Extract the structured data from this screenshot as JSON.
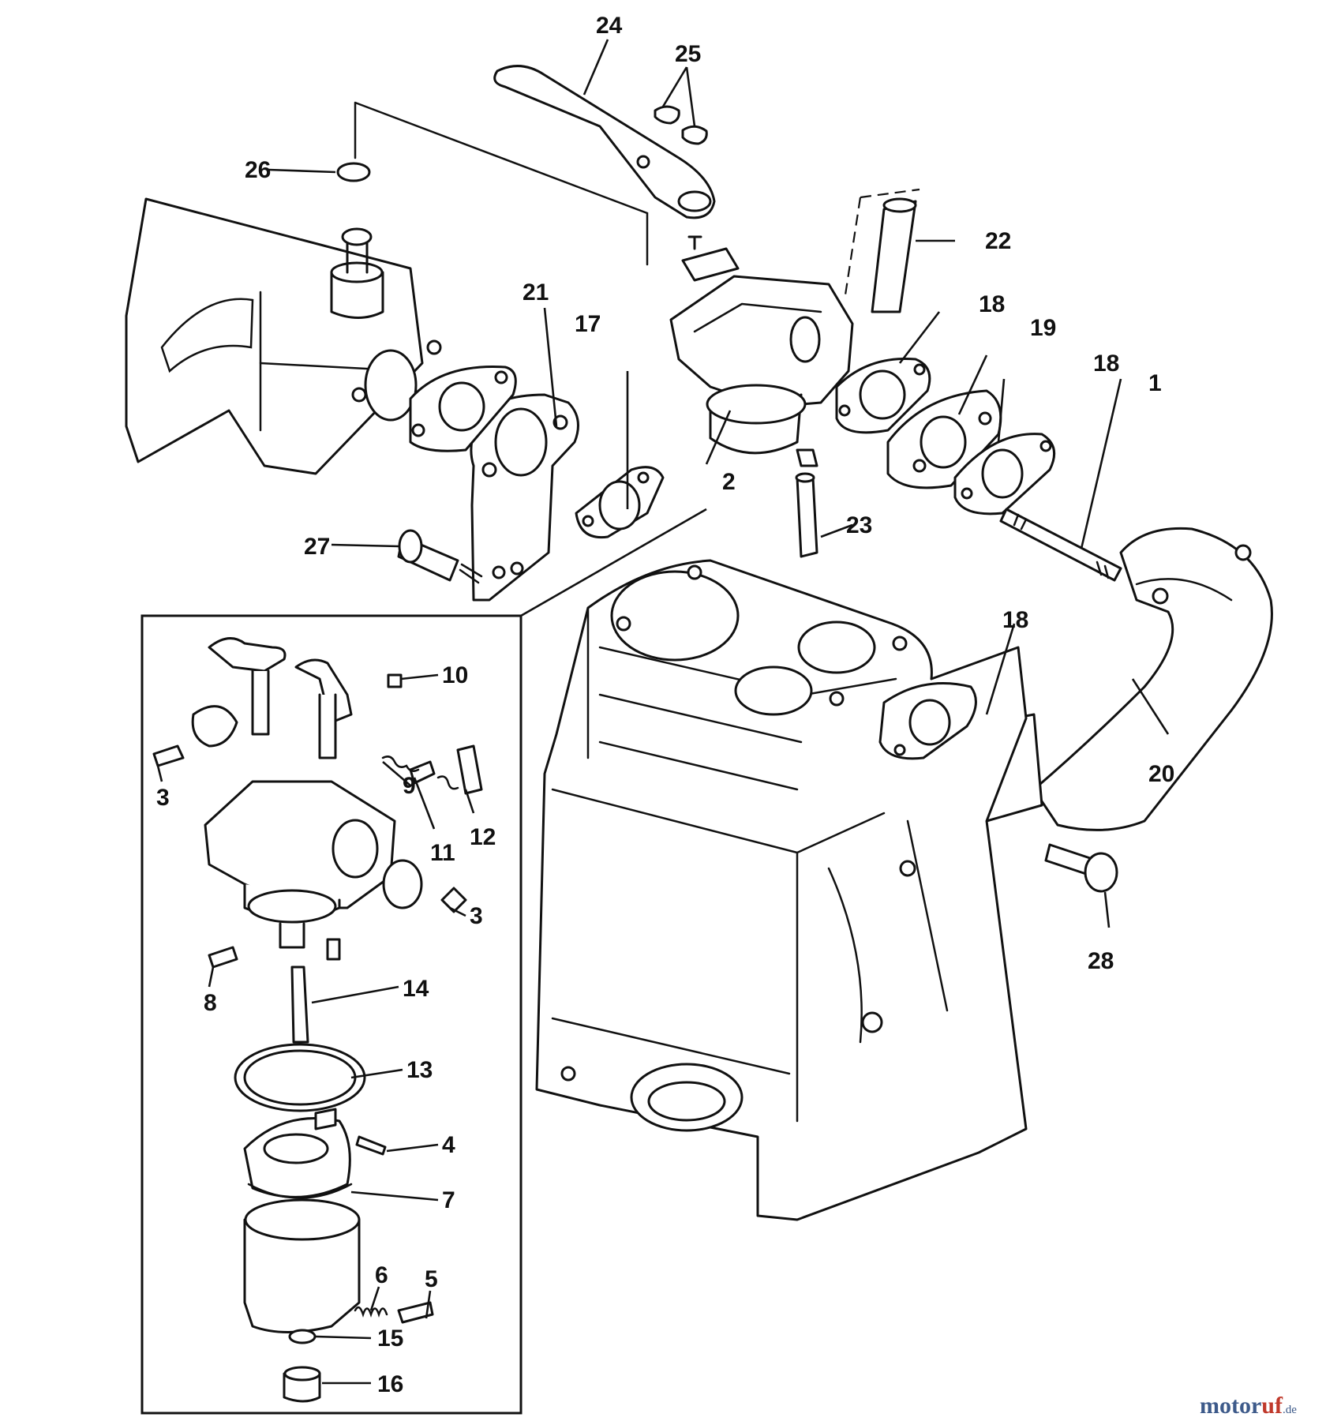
{
  "callouts": [
    {
      "id": "c1",
      "text": "1"
    },
    {
      "id": "c2",
      "text": "2"
    },
    {
      "id": "c3a",
      "text": "3"
    },
    {
      "id": "c3b",
      "text": "3"
    },
    {
      "id": "c4",
      "text": "4"
    },
    {
      "id": "c5",
      "text": "5"
    },
    {
      "id": "c6",
      "text": "6"
    },
    {
      "id": "c7",
      "text": "7"
    },
    {
      "id": "c8",
      "text": "8"
    },
    {
      "id": "c9",
      "text": "9"
    },
    {
      "id": "c10",
      "text": "10"
    },
    {
      "id": "c11",
      "text": "11"
    },
    {
      "id": "c12",
      "text": "12"
    },
    {
      "id": "c13",
      "text": "13"
    },
    {
      "id": "c14",
      "text": "14"
    },
    {
      "id": "c15",
      "text": "15"
    },
    {
      "id": "c16",
      "text": "16"
    },
    {
      "id": "c17",
      "text": "17"
    },
    {
      "id": "c18a",
      "text": "18"
    },
    {
      "id": "c18b",
      "text": "18"
    },
    {
      "id": "c18c",
      "text": "18"
    },
    {
      "id": "c19",
      "text": "19"
    },
    {
      "id": "c20",
      "text": "20"
    },
    {
      "id": "c21",
      "text": "21"
    },
    {
      "id": "c22",
      "text": "22"
    },
    {
      "id": "c23",
      "text": "23"
    },
    {
      "id": "c24",
      "text": "24"
    },
    {
      "id": "c25",
      "text": "25"
    },
    {
      "id": "c26",
      "text": "26"
    },
    {
      "id": "c27",
      "text": "27"
    },
    {
      "id": "c28",
      "text": "28"
    }
  ],
  "watermark": {
    "part1": "motor",
    "part2": "uf",
    "suffix": ".de"
  }
}
